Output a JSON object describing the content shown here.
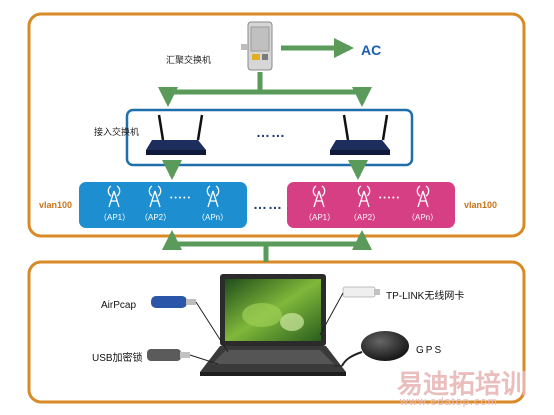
{
  "labels": {
    "aggregation_switch": "汇聚交换机",
    "ac": "AC",
    "access_switch": "接入交换机",
    "switch_dots": "……",
    "group_dots": "……",
    "ap_dots": "• • • • •",
    "vlan_left": "vlan100",
    "vlan_right": "vlan100"
  },
  "ap_groups": [
    {
      "color": "#1d8fd0",
      "aps": [
        "（AP1）",
        "（AP2）",
        "（APn）"
      ]
    },
    {
      "color": "#d63f84",
      "aps": [
        "（AP1）",
        "（AP2）",
        "（APn）"
      ]
    }
  ],
  "devices": {
    "airpcap": "AirPcap",
    "usb_key": "USB加密锁",
    "tplink": "TP-LINK无线网卡",
    "gps": "GPS"
  },
  "watermark": {
    "title": "易迪拓培训",
    "url": "www.edatop.com"
  },
  "colors": {
    "frame_orange": "#d98a26",
    "arrow_green": "#5a9a5a",
    "switch_box": "#1f6fad",
    "ap_blue": "#1d8fd0",
    "ap_pink": "#d63f84"
  }
}
